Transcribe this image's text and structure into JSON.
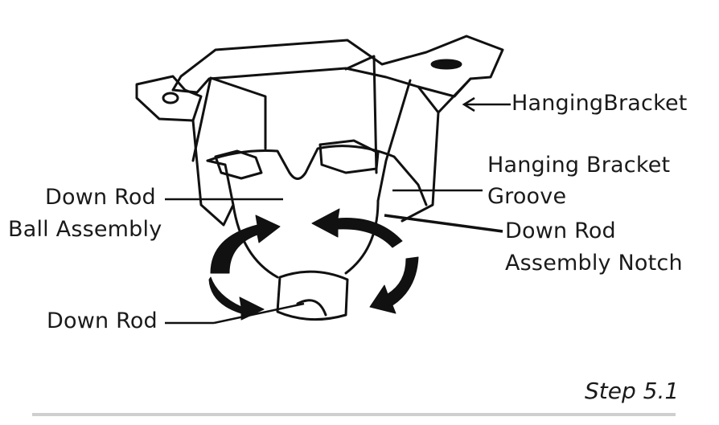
{
  "labels": {
    "hanging_bracket": "HangingBracket",
    "hanging_bracket_groove_line1": "Hanging Bracket",
    "hanging_bracket_groove_line2": "Groove",
    "ball_assembly_line1": "Down Rod",
    "ball_assembly_line2": "Ball Assembly",
    "assembly_notch_line1": "Down Rod",
    "assembly_notch_line2": "Assembly Notch",
    "down_rod": "Down Rod"
  },
  "caption": "Step 5.1",
  "colors": {
    "ink": "#111111",
    "rule": "#cfcfcf",
    "background": "#ffffff"
  }
}
